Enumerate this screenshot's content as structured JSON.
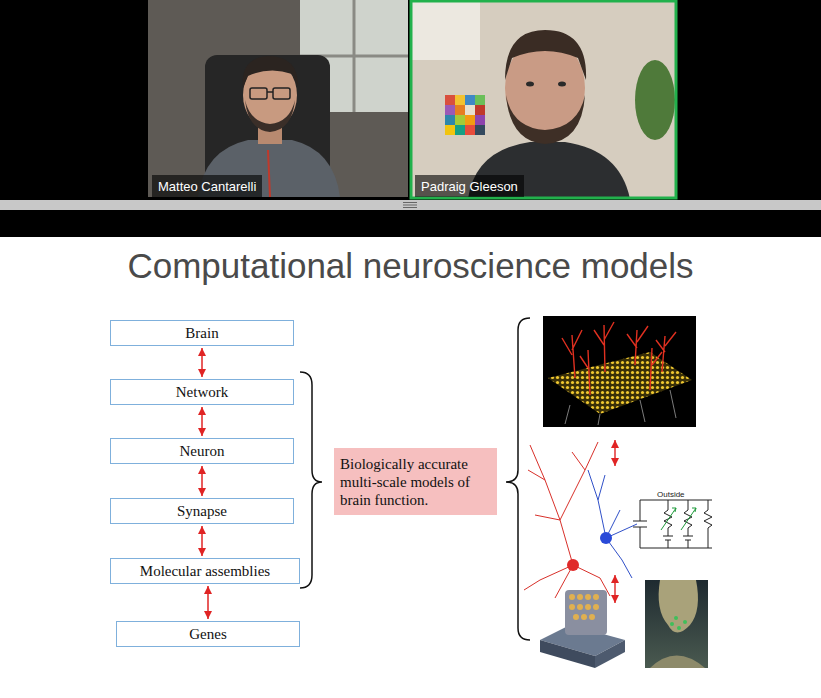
{
  "diagram": {
    "title": "Computational neuroscience models",
    "nodes": [
      {
        "text": [
          "Brain"
        ]
      },
      {
        "text": [
          "Network"
        ]
      },
      {
        "text": [
          "Neuron"
        ]
      },
      {
        "text": [
          "Synapse"
        ]
      },
      {
        "text": [
          "Molecular assemblies"
        ]
      },
      {
        "text": [
          "Genes"
        ]
      },
      {
        "text": [
          "Biologically accurate multi-scale models of brain function."
        ]
      }
    ],
    "edges": [
      {
        "from": 0,
        "to": 1,
        "arrow": "both"
      },
      {
        "from": 1,
        "to": 2,
        "arrow": "both"
      },
      {
        "from": 2,
        "to": 3,
        "arrow": "both"
      },
      {
        "from": 3,
        "to": 4,
        "arrow": "both"
      },
      {
        "from": 4,
        "to": 5,
        "arrow": "both"
      }
    ],
    "labels": [
      "Matteo Cantarelli",
      "Padraig Gleeson",
      "Outside"
    ]
  }
}
